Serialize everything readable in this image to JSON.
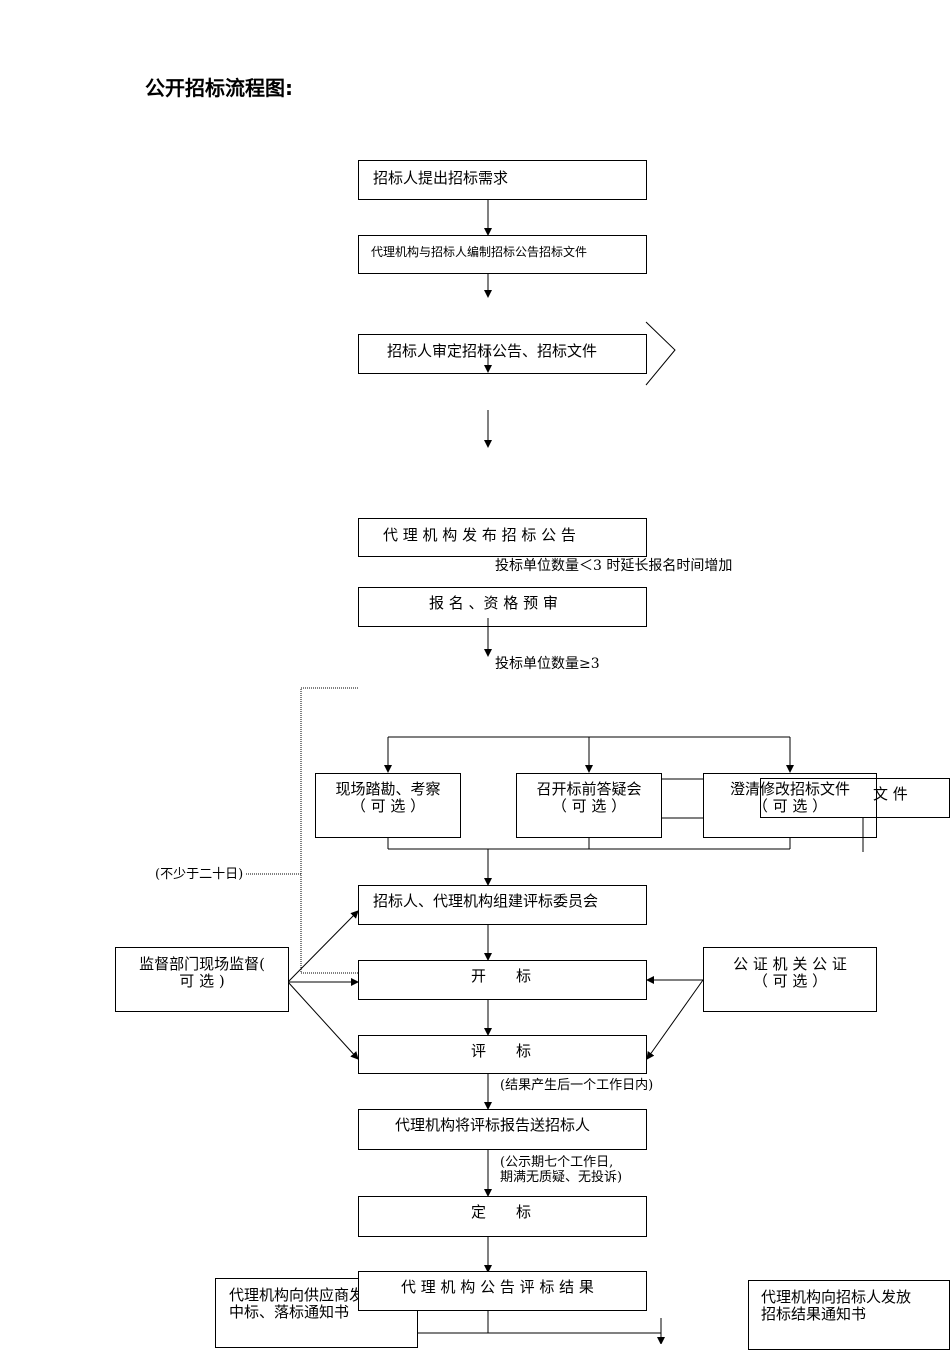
{
  "title": "公开招标流程图:",
  "nodes": {
    "n1": "招标人提出招标需求",
    "n2": "代理机构与招标人编制招标公告招标文件",
    "n3": "招标人审定招标公告、招标文件",
    "n4": "代 理 机 构 发 布 招 标 公 告",
    "n5": "报 名 、资 格 预 审",
    "site_visit": "现场踏勘、考察\n（ 可 选 ）",
    "qa_meeting": "召开标前答疑会\n（ 可 选 ）",
    "clarify_hidden": "文 件",
    "clarify": "澄清修改招标文件\n（ 可 选 ）",
    "committee": "招标人、代理机构组建评标委员会",
    "supervision": "监督部门现场监督(\n可 选 )",
    "notary": "公 证 机 关 公 证\n（ 可 选 ）",
    "opening": "开　　标",
    "evaluation": "评　　标",
    "report": "代理机构将评标报告送招标人",
    "award": "定　　标",
    "announce": "代 理 机 构 公 告 评 标 结 果",
    "notice_supplier": "代理机构向供应商发放\n中标、落标通知书",
    "notice_buyer": "代理机构向招标人发放\n招标结果通知书"
  },
  "labels": {
    "less_than_3": "投标单位数量＜3 时延长报名时间增加",
    "at_least_3": "投标单位数量≥3",
    "min_20_days": "(不少于二十日)",
    "one_workday": "(结果产生后一个工作日内)",
    "publicity": "(公示期七个工作日,\n期满无质疑、无投诉)"
  }
}
